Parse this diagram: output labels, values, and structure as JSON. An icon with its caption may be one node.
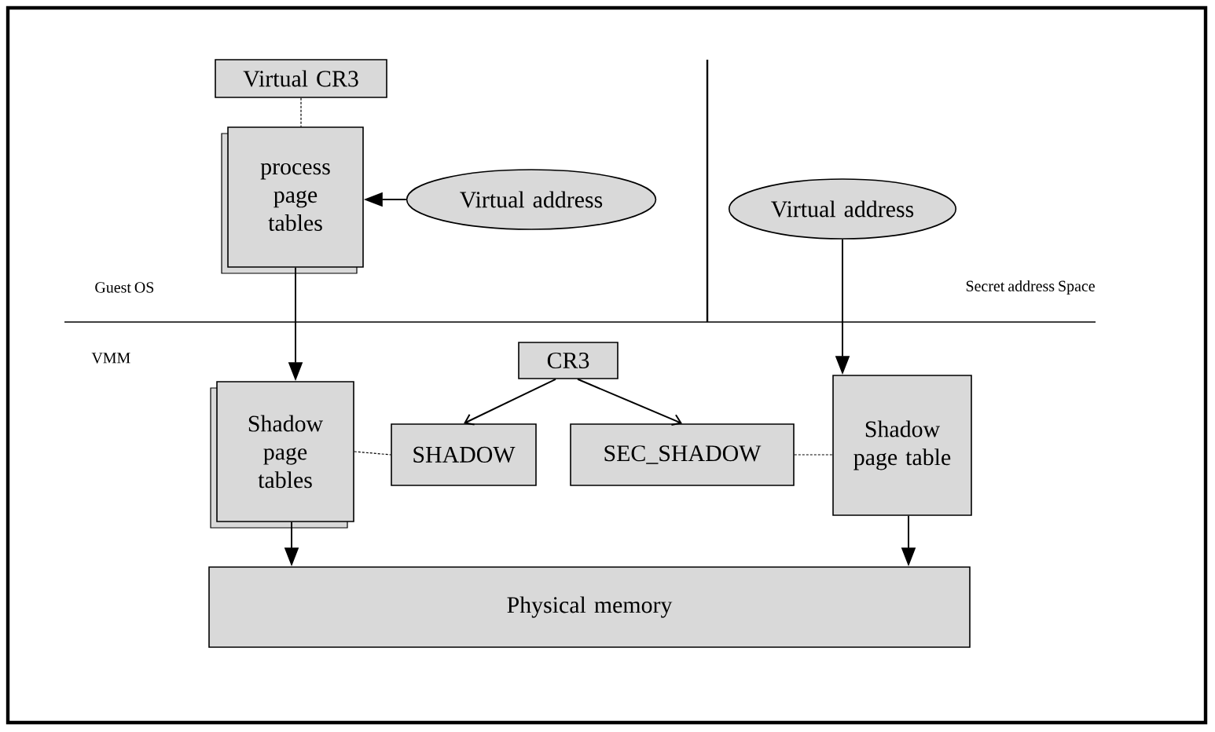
{
  "diagram": {
    "nodes": [
      {
        "text": [
          "Virtual CR3"
        ]
      },
      {
        "text": [
          "process page tables"
        ]
      },
      {
        "text": [
          "Virtual address"
        ]
      },
      {
        "text": [
          "Virtual address"
        ]
      },
      {
        "text": [
          "CR3"
        ]
      },
      {
        "text": [
          "Shadow page tables"
        ]
      },
      {
        "text": [
          "SHADOW"
        ]
      },
      {
        "text": [
          "SEC_SHADOW"
        ]
      },
      {
        "text": [
          "Shadow page table"
        ]
      },
      {
        "text": [
          "Physical memory"
        ]
      }
    ],
    "edges": [
      {
        "from": 0,
        "to": 1,
        "arrow": "none",
        "style": "dashed"
      },
      {
        "from": 2,
        "to": 1,
        "arrow": "to"
      },
      {
        "from": 1,
        "to": 5,
        "arrow": "to"
      },
      {
        "from": 3,
        "to": 8,
        "arrow": "to"
      },
      {
        "from": 4,
        "to": 6,
        "arrow": "to"
      },
      {
        "from": 4,
        "to": 7,
        "arrow": "to"
      },
      {
        "from": 5,
        "to": 6,
        "arrow": "none",
        "style": "dashed"
      },
      {
        "from": 7,
        "to": 8,
        "arrow": "none",
        "style": "dashed"
      },
      {
        "from": 5,
        "to": 9,
        "arrow": "to"
      },
      {
        "from": 8,
        "to": 9,
        "arrow": "to"
      }
    ],
    "labels": [
      "Guest OS",
      "Secret address Space",
      "VMM"
    ]
  }
}
